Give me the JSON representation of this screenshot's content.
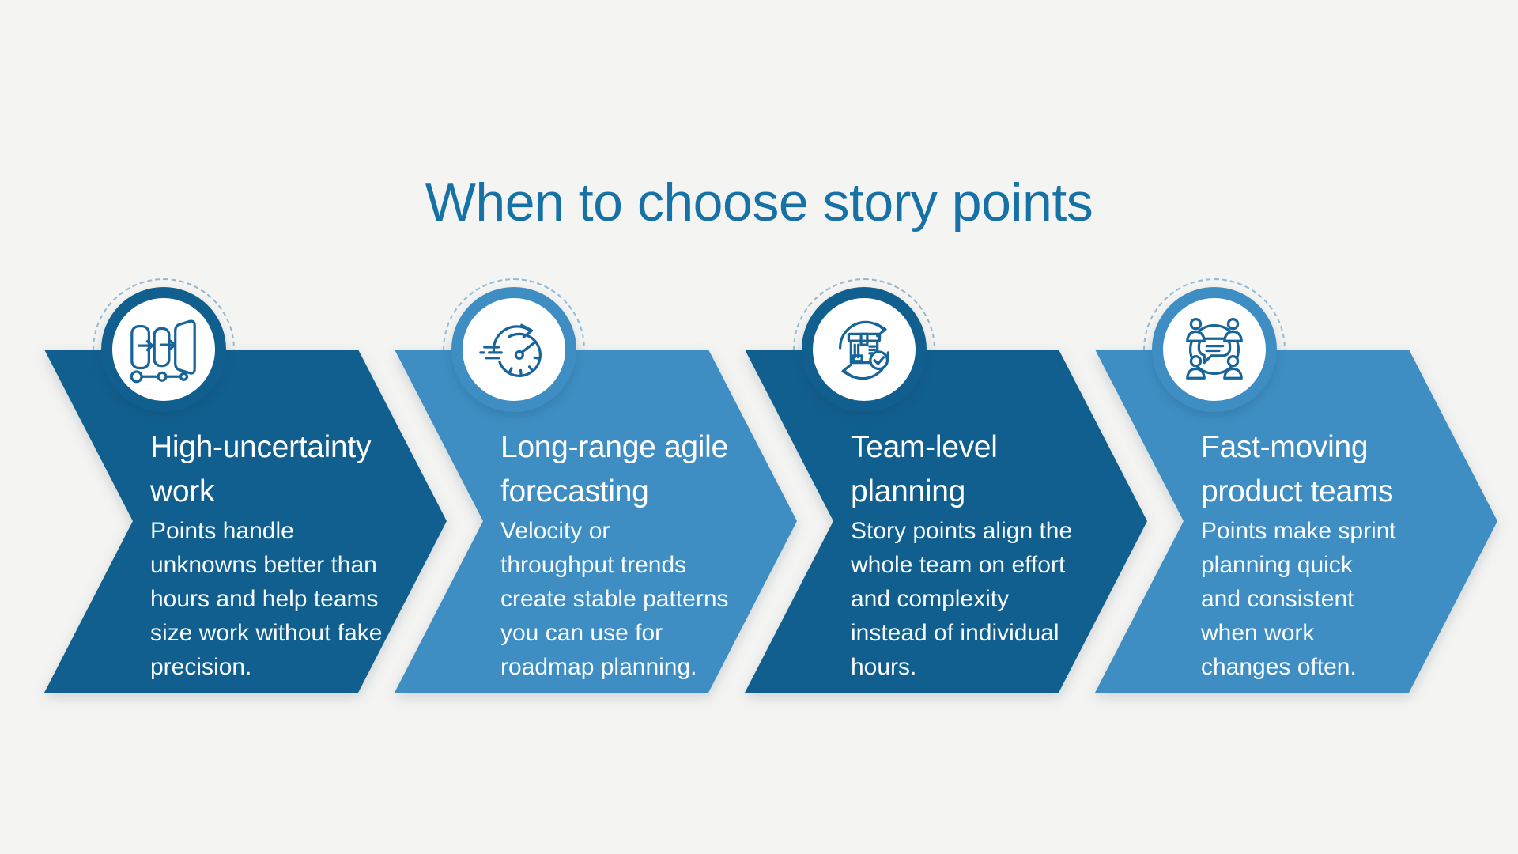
{
  "title": {
    "text": "When to choose story points"
  },
  "steps": [
    {
      "variant": "dark",
      "icon": "kanban-workflow-icon",
      "title_lines": [
        "High-uncertainty",
        "work"
      ],
      "body_lines": [
        "Points handle",
        "unknowns better than",
        "hours and help teams",
        "size work without fake",
        "precision."
      ]
    },
    {
      "variant": "light",
      "icon": "speedometer-velocity-icon",
      "title_lines": [
        "Long-range agile",
        "forecasting"
      ],
      "body_lines": [
        "Velocity or",
        "throughput trends",
        "create stable patterns",
        "you can use for",
        "roadmap planning."
      ]
    },
    {
      "variant": "dark",
      "icon": "package-cycle-check-icon",
      "title_lines": [
        "Team-level",
        "planning"
      ],
      "body_lines": [
        "Story points align the",
        "whole team on effort",
        "and complexity",
        "instead of individual",
        "hours."
      ]
    },
    {
      "variant": "light",
      "icon": "team-chat-circle-icon",
      "title_lines": [
        "Fast-moving",
        "product teams"
      ],
      "body_lines": [
        "Points make sprint",
        "planning quick",
        "and consistent",
        "when work",
        "changes often."
      ]
    }
  ],
  "colors": {
    "dark_blue": "#115f8f",
    "light_blue": "#3e8ec4",
    "title_blue": "#1571a6",
    "icon_stroke": "#17649a",
    "background": "#f4f4f2",
    "text_on_blue": "#ffffff"
  }
}
